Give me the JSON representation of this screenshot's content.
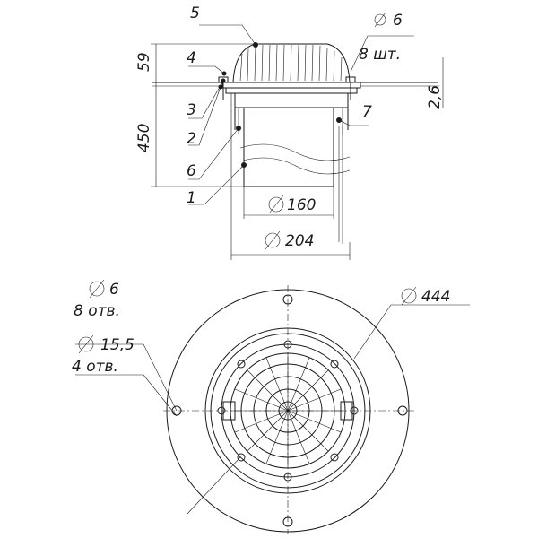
{
  "labels": {
    "p1": "1",
    "p2": "2",
    "p3": "3",
    "p4": "4",
    "p5": "5",
    "p6": "6",
    "p7": "7"
  },
  "dims": {
    "h59": "59",
    "h450": "450",
    "h26": "2,6",
    "d6_top": "6",
    "qty_8sht": "8 шт.",
    "d160": "160",
    "d204": "204",
    "d444": "444",
    "d6_plan": "6",
    "qty_8otv": "8 отв.",
    "d155": "15,5",
    "qty_4otv": "4 отв."
  },
  "colors": {
    "ink": "#1a1a1a",
    "paper": "#ffffff"
  }
}
